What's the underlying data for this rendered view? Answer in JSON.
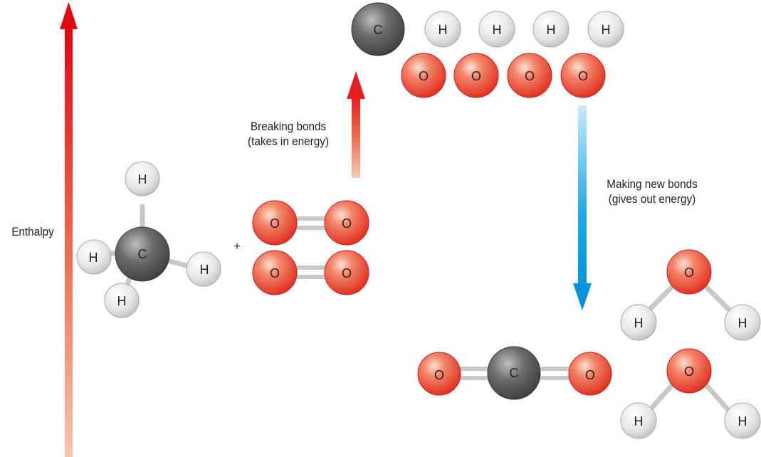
{
  "axis": {
    "label": "Enthalpy"
  },
  "reactants": {
    "methane": {
      "center": "C",
      "ligands": [
        "H",
        "H",
        "H",
        "H"
      ]
    },
    "plus": "+",
    "oxygen_molecules": [
      {
        "atoms": [
          "O",
          "O"
        ]
      },
      {
        "atoms": [
          "O",
          "O"
        ]
      }
    ]
  },
  "breaking": {
    "line1": "Breaking bonds",
    "line2": "(takes in energy)"
  },
  "making": {
    "line1": "Making new bonds",
    "line2": "(gives out energy)"
  },
  "atoms_separated": {
    "carbon": "C",
    "hydrogens": [
      "H",
      "H",
      "H",
      "H"
    ],
    "oxygens": [
      "O",
      "O",
      "O",
      "O"
    ]
  },
  "products": {
    "carbon_dioxide": [
      "O",
      "C",
      "O"
    ],
    "water": [
      {
        "atoms": [
          "O",
          "H",
          "H"
        ]
      },
      {
        "atoms": [
          "O",
          "H",
          "H"
        ]
      }
    ]
  },
  "colors": {
    "enthalpy_top": "#e30613",
    "enthalpy_bottom": "#f8c4ad",
    "making_top": "#cde9f8",
    "making_bottom": "#0095da",
    "oxygen": "#e8412c",
    "carbon": "#555555",
    "hydrogen": "#e4e4e4"
  }
}
